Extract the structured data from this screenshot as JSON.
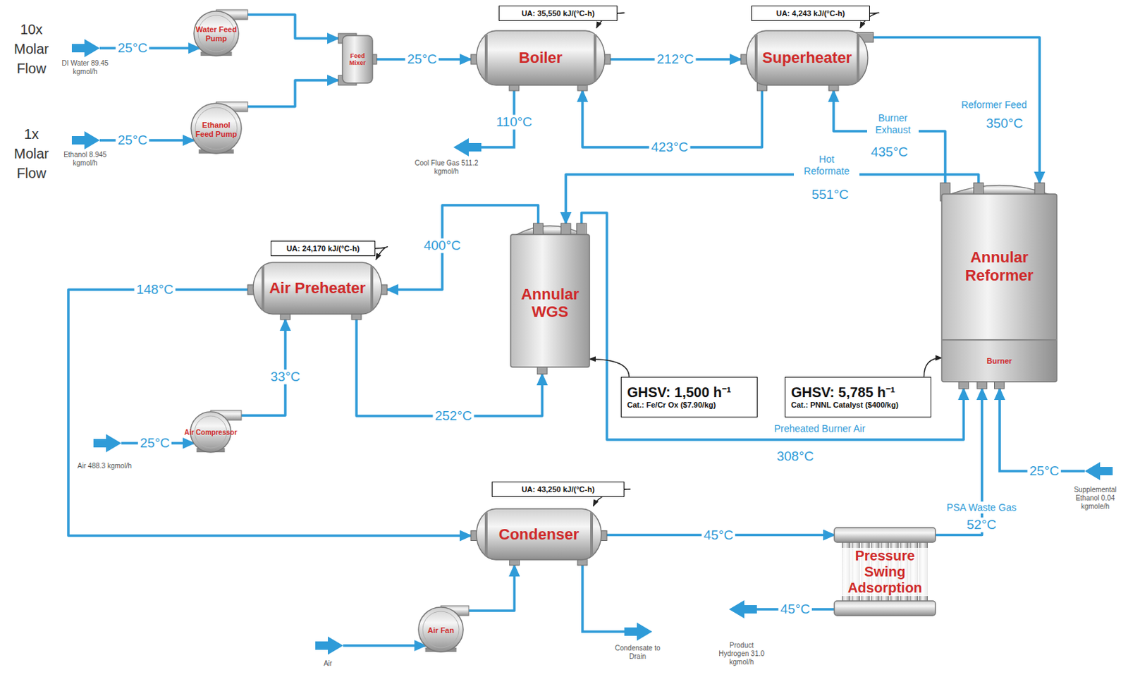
{
  "diagram": {
    "nodes": [
      {
        "text": [
          "Water Feed Pump"
        ]
      },
      {
        "text": [
          "Ethanol Feed Pump"
        ]
      },
      {
        "text": [
          "Feed Mixer"
        ]
      },
      {
        "text": [
          "UA: 35,550 kJ/(°C-h)"
        ]
      },
      {
        "text": [
          "Boiler"
        ]
      },
      {
        "text": [
          "UA: 4,243 kJ/(°C-h)"
        ]
      },
      {
        "text": [
          "Superheater"
        ]
      },
      {
        "text": [
          "Annular Reformer"
        ]
      },
      {
        "text": [
          "Burner"
        ],
        "in": 7
      },
      {
        "text": [
          "Annular WGS"
        ]
      },
      {
        "text": [
          "UA: 24,170 kJ/(°C-h)"
        ]
      },
      {
        "text": [
          "Air Preheater"
        ]
      },
      {
        "text": [
          "GHSV: 1,500 h⁻¹",
          "Cat.: Fe/Cr Ox ($7.90/kg)"
        ]
      },
      {
        "text": [
          "GHSV: 5,785 h⁻¹",
          "Cat.: PNNL Catalyst ($400/kg)"
        ]
      },
      {
        "text": [
          "Air Compressor"
        ]
      },
      {
        "text": [
          "UA: 43,250 kJ/(°C-h)"
        ]
      },
      {
        "text": [
          "Condenser"
        ]
      },
      {
        "text": [
          "Air Fan"
        ]
      },
      {
        "text": [
          "Pressure Swing Adsorption"
        ]
      }
    ],
    "edges": [
      {
        "from": 0,
        "to": 2,
        "arrow": "to"
      },
      {
        "from": 1,
        "to": 2,
        "arrow": "to"
      },
      {
        "from": 2,
        "to": 4,
        "label": "25°C",
        "arrow": "to"
      },
      {
        "from": 4,
        "to": 6,
        "label": "212°C",
        "arrow": "to"
      },
      {
        "from": 6,
        "to": 4,
        "label": "423°C",
        "arrow": "to"
      },
      {
        "from": 6,
        "to": 7,
        "label": "350°C",
        "arrow": "to"
      },
      {
        "from": 7,
        "to": 6,
        "label": "435°C",
        "arrow": "to"
      },
      {
        "from": 7,
        "to": 9,
        "label": "551°C",
        "arrow": "to"
      },
      {
        "from": 9,
        "to": 11,
        "label": "400°C",
        "arrow": "to"
      },
      {
        "from": 11,
        "to": 16,
        "label": "148°C",
        "arrow": "to"
      },
      {
        "from": 14,
        "to": 11,
        "label": "33°C",
        "arrow": "to"
      },
      {
        "from": 11,
        "to": 9,
        "label": "252°C",
        "arrow": "to"
      },
      {
        "from": 9,
        "to": 8,
        "label": "308°C",
        "arrow": "to"
      },
      {
        "from": 16,
        "to": 18,
        "label": "45°C",
        "arrow": "to"
      },
      {
        "from": 18,
        "to": 8,
        "label": "52°C",
        "arrow": "to"
      },
      {
        "from": 17,
        "to": 16,
        "arrow": "to"
      },
      {
        "from": 3,
        "to": 4,
        "arrow": "to"
      },
      {
        "from": 5,
        "to": 6,
        "arrow": "to"
      },
      {
        "from": 10,
        "to": 11,
        "arrow": "to"
      },
      {
        "from": 15,
        "to": 16,
        "arrow": "to"
      },
      {
        "from": 12,
        "to": 9,
        "arrow": "to"
      },
      {
        "from": 13,
        "to": 7,
        "arrow": "to"
      }
    ],
    "labels": [
      "10x Molar Flow",
      "DI Water 89.45 kgmol/h",
      "25°C",
      "1x Molar Flow",
      "Ethanol 8.945 kgmol/h",
      "25°C",
      "110°C",
      "Cool Flue Gas 511.2 kgmol/h",
      "Reformer Feed",
      "Burner Exhaust",
      "Hot Reformate",
      "Air 488.3 kgmol/h",
      "25°C",
      "Preheated Burner Air",
      "PSA Waste Gas",
      "Supplemental Ethanol 0.04 kgmole/h",
      "25°C",
      "Air",
      "Condensate to Drain",
      "45°C",
      "Product Hydrogen 31.0 kgmol/h"
    ]
  }
}
